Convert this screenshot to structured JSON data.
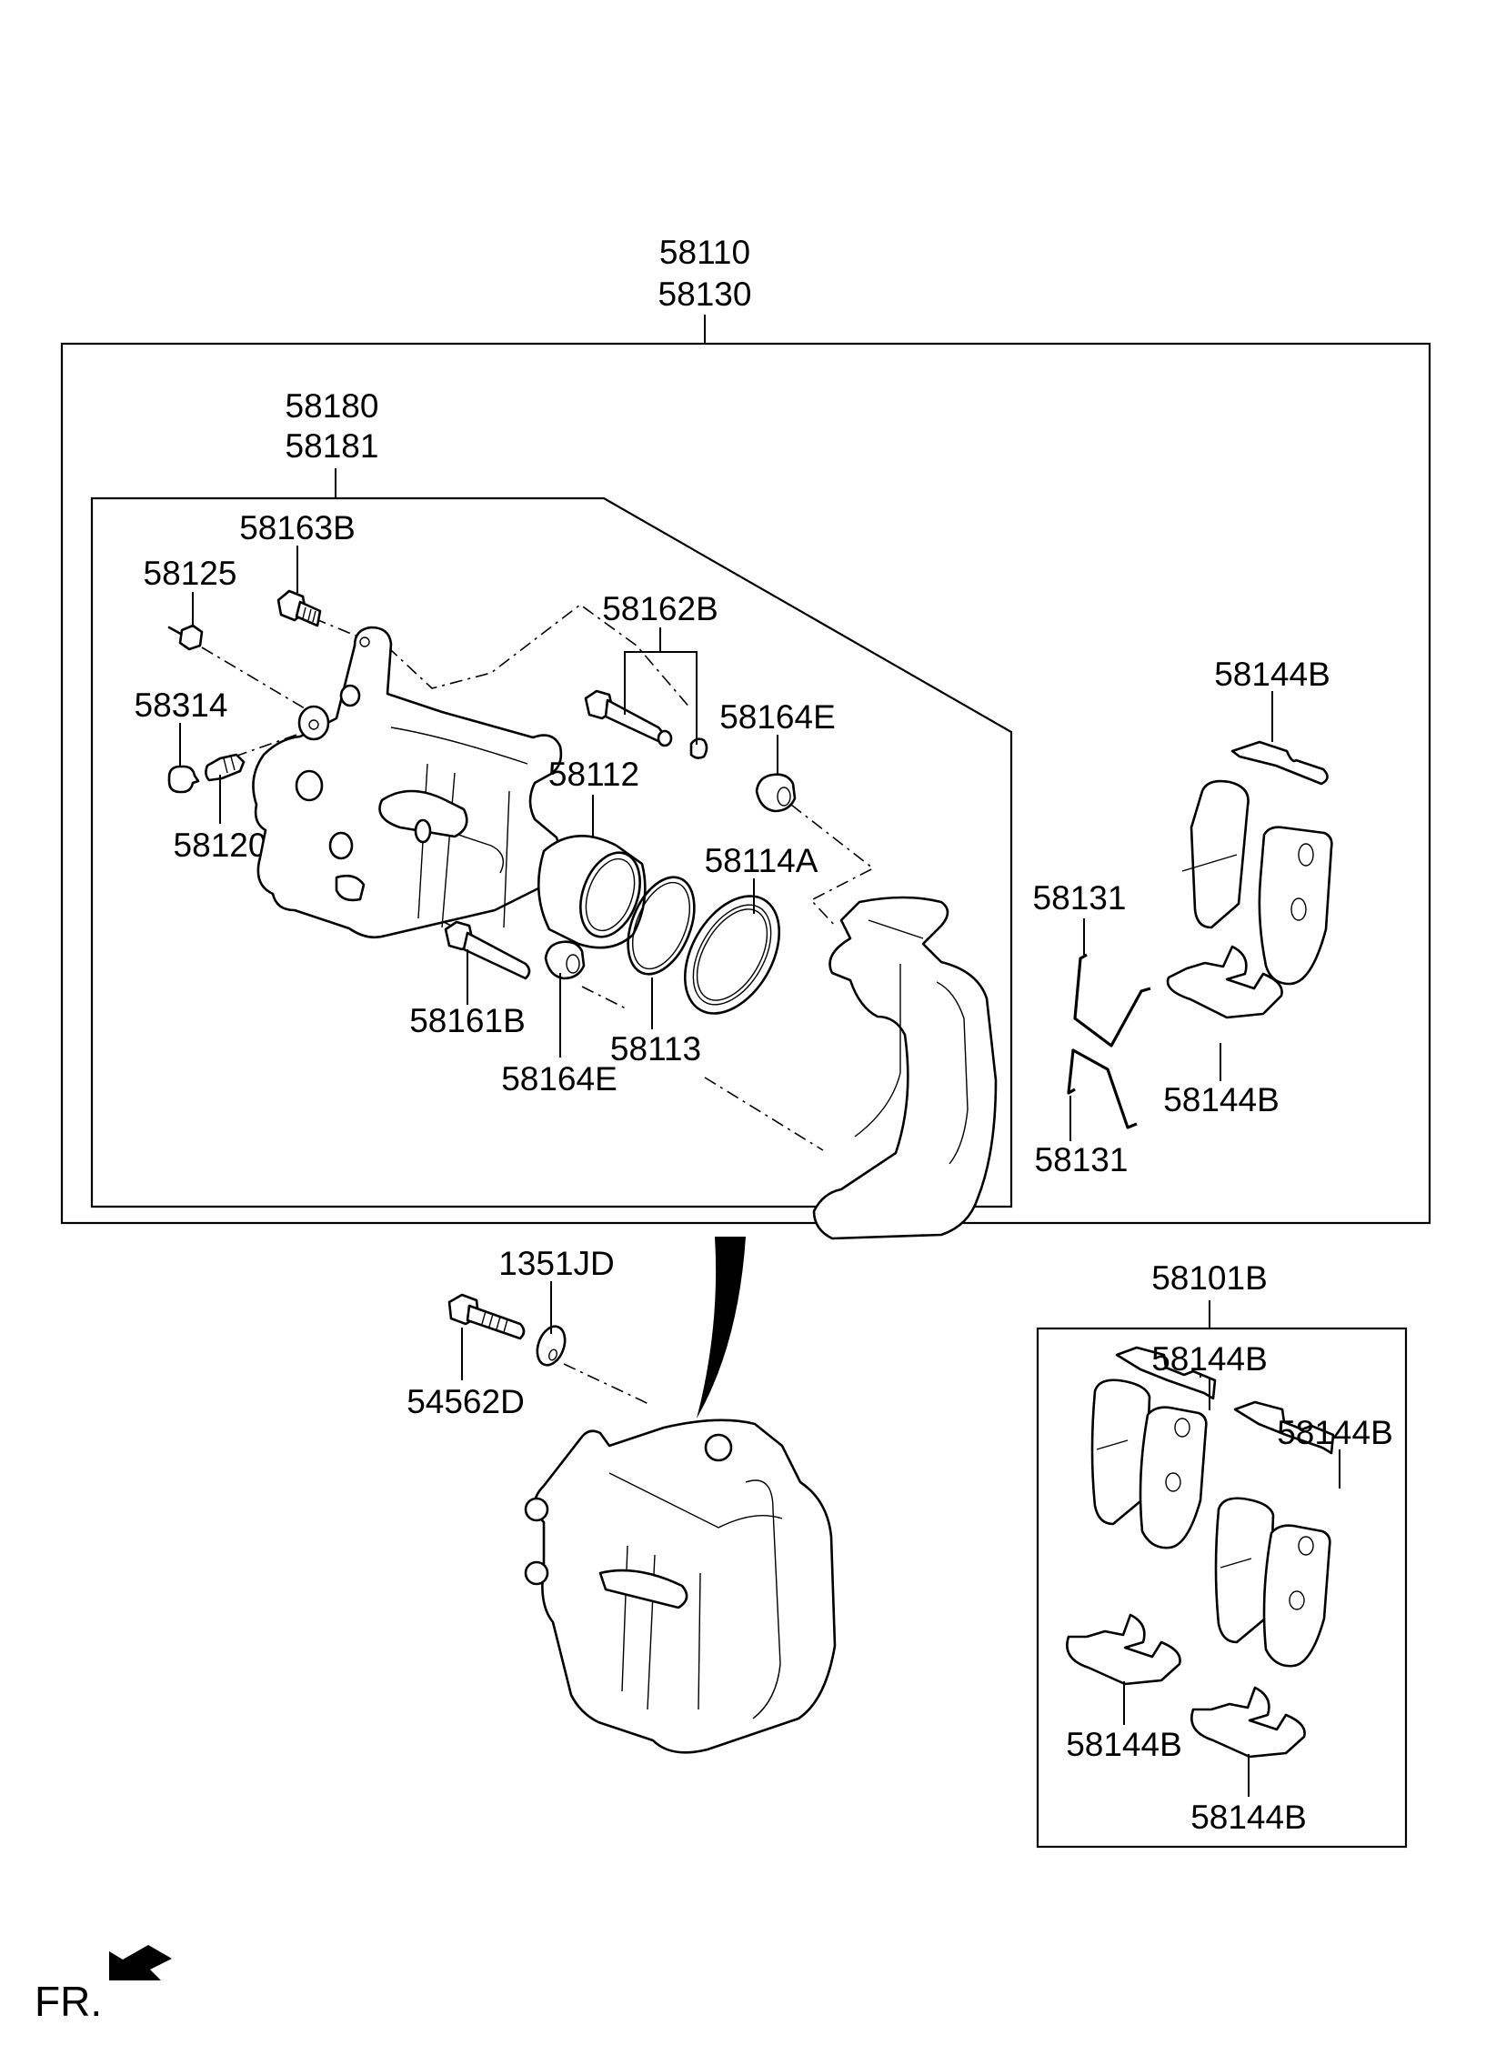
{
  "diagram": {
    "title": "Front Brake Caliper Assembly",
    "assemblies": {
      "outer_caliper_assembly": [
        "58110",
        "58130"
      ],
      "caliper_body_assembly": [
        "58180",
        "58181"
      ],
      "pad_kit": "58101B"
    },
    "labels": {
      "l58110": "58110",
      "l58130": "58130",
      "l58180": "58180",
      "l58181": "58181",
      "l58163B": "58163B",
      "l58125": "58125",
      "l58162B": "58162B",
      "l58164E_top": "58164E",
      "l58314": "58314",
      "l58112": "58112",
      "l58120": "58120",
      "l58114A": "58114A",
      "l58131_top": "58131",
      "l58144B_top": "58144B",
      "l58161B": "58161B",
      "l58113": "58113",
      "l58164E_bottom": "58164E",
      "l58144B_mid": "58144B",
      "l58131_bottom": "58131",
      "l1351JD": "1351JD",
      "l54562D": "54562D",
      "l58101B": "58101B",
      "l58144B_kit1": "58144B",
      "l58144B_kit2": "58144B",
      "l58144B_kit3": "58144B",
      "l58144B_kit4": "58144B"
    },
    "orientation": {
      "label": "FR.",
      "icon": "front-direction-arrow-icon"
    }
  }
}
